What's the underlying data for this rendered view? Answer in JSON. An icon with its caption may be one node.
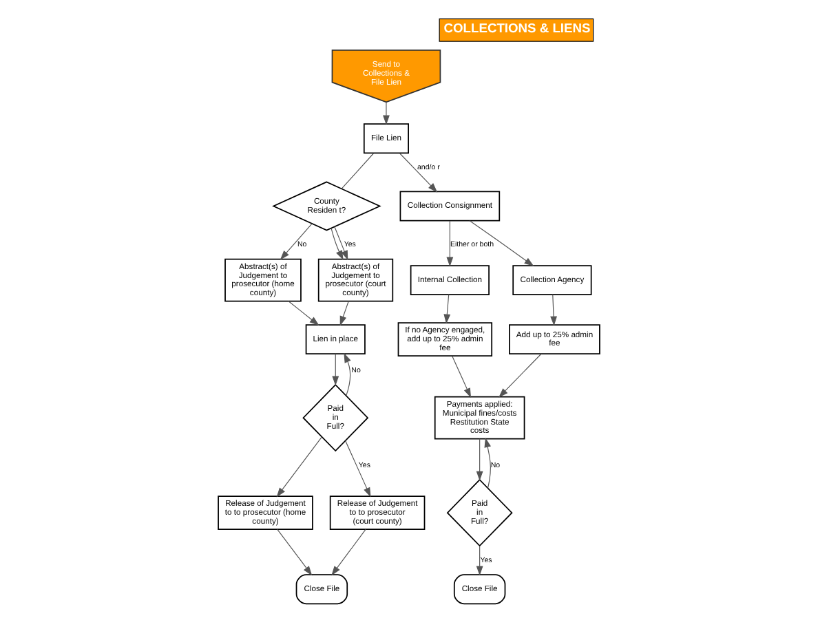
{
  "diagram": {
    "title": "COLLECTIONS & LIENS",
    "nodes": [
      {
        "text": [
          "Send to Collections & File Lien"
        ]
      },
      {
        "text": [
          "File Lien"
        ]
      },
      {
        "text": [
          "County Residen t?"
        ]
      },
      {
        "text": [
          "Abstract(s) of Judgement to prosecutor (home county)"
        ]
      },
      {
        "text": [
          "Abstract(s) of Judgement to prosecutor (court county)"
        ]
      },
      {
        "text": [
          "Lien in place"
        ]
      },
      {
        "text": [
          "Paid in Full?"
        ]
      },
      {
        "text": [
          "Release of Judgement to to prosecutor (home county)"
        ]
      },
      {
        "text": [
          "Release of Judgement to to prosecutor (court county)"
        ]
      },
      {
        "text": [
          "Close File"
        ]
      },
      {
        "text": [
          "Collection Consignment"
        ]
      },
      {
        "text": [
          "Internal Collection"
        ]
      },
      {
        "text": [
          "Collection Agency"
        ]
      },
      {
        "text": [
          "If no Agency engaged, add up to 25% admin fee"
        ]
      },
      {
        "text": [
          "Add up to 25% admin fee"
        ]
      },
      {
        "text": [
          "Payments applied: Municipal fines/costs Restitution State costs"
        ]
      },
      {
        "text": [
          "Paid in Full?"
        ]
      },
      {
        "text": [
          "Close File"
        ]
      }
    ],
    "edges": [
      {
        "from": 0,
        "to": 1,
        "arrow": "to"
      },
      {
        "from": 1,
        "to": 10,
        "arrow": "to",
        "label": "and/o r"
      },
      {
        "from": 1,
        "to": 2,
        "arrow": "none"
      },
      {
        "from": 2,
        "to": 3,
        "arrow": "to",
        "label": "No"
      },
      {
        "from": 2,
        "to": 4,
        "arrow": "to"
      },
      {
        "from": 2,
        "to": 4,
        "arrow": "to",
        "label": "Yes"
      },
      {
        "from": 3,
        "to": 5,
        "arrow": "to"
      },
      {
        "from": 4,
        "to": 5,
        "arrow": "to"
      },
      {
        "from": 5,
        "to": 6,
        "arrow": "to"
      },
      {
        "from": 6,
        "to": 5,
        "arrow": "to",
        "label": "No"
      },
      {
        "from": 6,
        "to": 7,
        "arrow": "to"
      },
      {
        "from": 6,
        "to": 8,
        "arrow": "to",
        "label": "Yes"
      },
      {
        "from": 7,
        "to": 9,
        "arrow": "to"
      },
      {
        "from": 8,
        "to": 9,
        "arrow": "to"
      },
      {
        "from": 10,
        "to": 11,
        "arrow": "to",
        "label": "Either or both"
      },
      {
        "from": 10,
        "to": 12,
        "arrow": "to"
      },
      {
        "from": 11,
        "to": 13,
        "arrow": "to"
      },
      {
        "from": 12,
        "to": 14,
        "arrow": "to"
      },
      {
        "from": 13,
        "to": 15,
        "arrow": "to"
      },
      {
        "from": 14,
        "to": 15,
        "arrow": "to"
      },
      {
        "from": 15,
        "to": 16,
        "arrow": "to"
      },
      {
        "from": 16,
        "to": 15,
        "arrow": "to",
        "label": "No"
      },
      {
        "from": 16,
        "to": 17,
        "arrow": "to",
        "label": "Yes"
      }
    ]
  }
}
